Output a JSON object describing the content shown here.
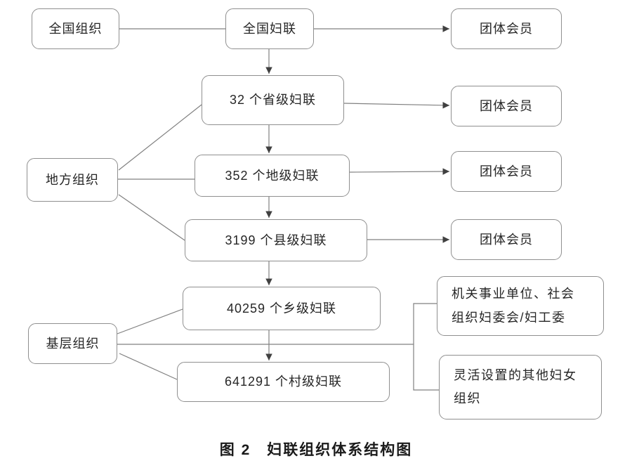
{
  "figure": {
    "caption": "图 2　妇联组织体系结构图"
  },
  "nodes": {
    "national_org": "全国组织",
    "local_org": "地方组织",
    "grassroots_org": "基层组织",
    "national_federation": "全国妇联",
    "provincial_federation": "32 个省级妇联",
    "prefecture_federation": "352 个地级妇联",
    "county_federation": "3199 个县级妇联",
    "township_federation": "40259 个乡级妇联",
    "village_federation": "641291 个村级妇联",
    "group_member": "团体会员",
    "org_committee_line1": "机关事业单位、社会",
    "org_committee_line2": "组织妇委会/妇工委",
    "flexible_org_line1": "灵活设置的其他妇女",
    "flexible_org_line2": "组织"
  },
  "counts": {
    "provincial": 32,
    "prefecture": 352,
    "county": 3199,
    "township": 40259,
    "village": 641291
  },
  "colors": {
    "box_border": "#8f8f8f",
    "connector_line": "#808080",
    "arrowhead": "#404040",
    "text": "#262626"
  }
}
